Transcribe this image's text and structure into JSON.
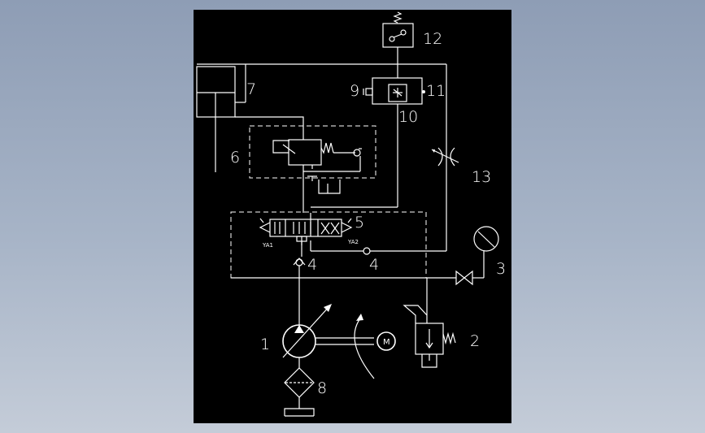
{
  "diagram": {
    "labels": {
      "pump": "1",
      "relief_valve": "2",
      "stop_valve": "3",
      "check_valve_left": "4",
      "check_valve_right": "4",
      "directional_valve": "5",
      "pressure_valve_block": "6",
      "cylinder": "7",
      "filter": "8",
      "valve_left": "9",
      "valve_center": "10",
      "valve_right": "11",
      "pressure_switch": "12",
      "throttle_valve": "13"
    },
    "solenoids": {
      "left": "YA1",
      "right": "YA2"
    },
    "motor": "M"
  },
  "colors": {
    "canvas_background": "#000000",
    "line_color": "#ffffff",
    "page_background": "#98a6bd"
  }
}
